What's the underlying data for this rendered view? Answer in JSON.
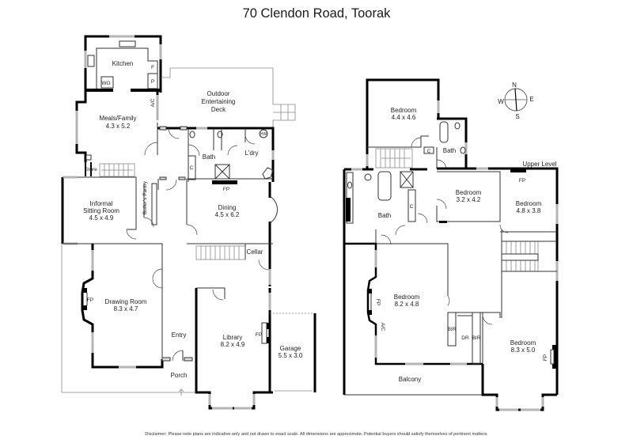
{
  "title": "70 Clendon Road, Toorak",
  "disclaimer": "Disclaimer: Please note plans are indicative only and not drawn to exact scale. All dimensions are approximate. Potential buyers should satisfy themselves of pertinent matters.",
  "compass": {
    "n": "N",
    "s": "S",
    "e": "E",
    "w": "W"
  },
  "ground_floor": {
    "rooms": [
      {
        "name": "Kitchen",
        "dims": ""
      },
      {
        "name": "Meals/Family",
        "dims": "4.3 x 5.2"
      },
      {
        "name": "Outdoor Entertaining Deck",
        "line1": "Outdoor",
        "line2": "Entertaining",
        "line3": "Deck"
      },
      {
        "name": "Bath",
        "dims": ""
      },
      {
        "name": "L'dry",
        "dims": ""
      },
      {
        "name": "Informal Sitting Room",
        "line1": "Informal",
        "line2": "Sitting Room",
        "dims": "4.5 x 4.9"
      },
      {
        "name": "Butler's Pantry",
        "dims": ""
      },
      {
        "name": "Dining",
        "dims": "4.5 x 6.2"
      },
      {
        "name": "Cellar",
        "dims": ""
      },
      {
        "name": "Drawing Room",
        "dims": "8.3 x 4.7"
      },
      {
        "name": "Entry",
        "dims": ""
      },
      {
        "name": "Porch",
        "dims": ""
      },
      {
        "name": "Library",
        "dims": "8.2 x 4.9"
      },
      {
        "name": "Garage",
        "dims": "5.5 x 3.0"
      }
    ],
    "small_labels": {
      "wo": "WO",
      "f": "F",
      "p": "P",
      "ac": "A/C",
      "hw": "HW",
      "c": "C",
      "fp": "FP",
      "store": "Store"
    }
  },
  "upper_floor": {
    "level_label": "Upper Level",
    "rooms": [
      {
        "name": "Bedroom",
        "dims": "4.4 x 4.6"
      },
      {
        "name": "Bath",
        "dims": ""
      },
      {
        "name": "Bath",
        "dims": ""
      },
      {
        "name": "Bedroom",
        "dims": "3.2 x 4.2"
      },
      {
        "name": "Bedroom",
        "dims": "4.8 x 3.8"
      },
      {
        "name": "Bedroom",
        "dims": "8.2 x 4.8"
      },
      {
        "name": "Bedroom",
        "dims": "8.3 x 5.0"
      },
      {
        "name": "Balcony",
        "dims": ""
      }
    ],
    "small_labels": {
      "c": "C",
      "fp": "FP",
      "ac": "A/C",
      "bir": "BIR",
      "dr": "DR"
    }
  }
}
